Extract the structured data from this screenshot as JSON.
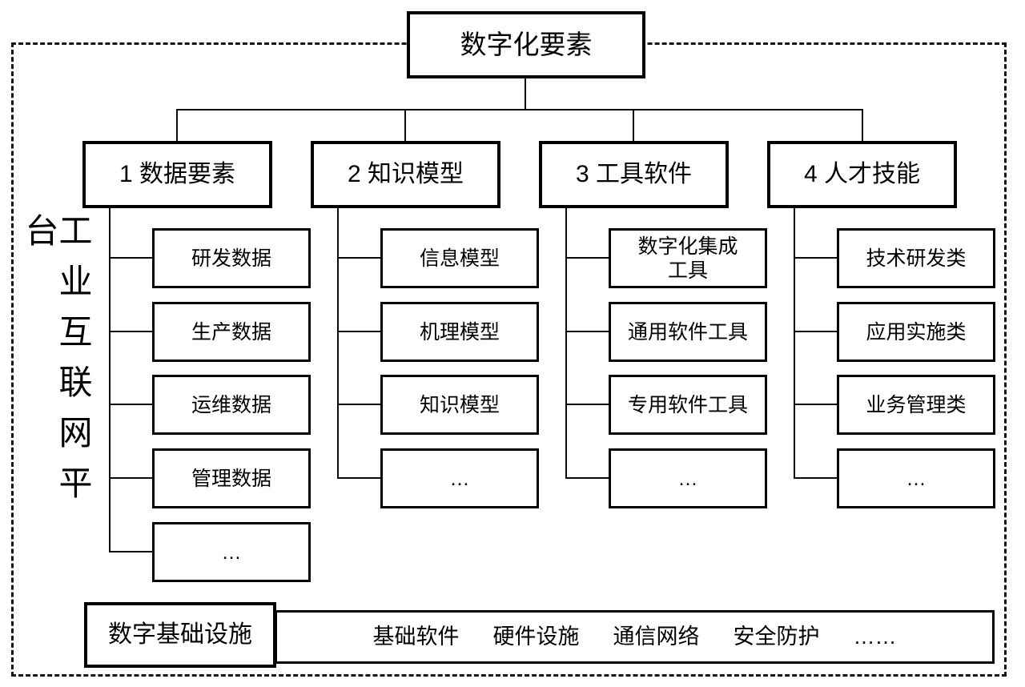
{
  "platform": {
    "label": "工业互联网平台"
  },
  "root": {
    "label": "数字化要素"
  },
  "columns": [
    {
      "header": "1 数据要素",
      "children": [
        "研发数据",
        "生产数据",
        "运维数据",
        "管理数据",
        "…"
      ]
    },
    {
      "header": "2 知识模型",
      "children": [
        "信息模型",
        "机理模型",
        "知识模型",
        "…"
      ]
    },
    {
      "header": "3 工具软件",
      "children": [
        "数字化集成\n工具",
        "通用软件工具",
        "专用软件工具",
        "…"
      ]
    },
    {
      "header": "4 人才技能",
      "children": [
        "技术研发类",
        "应用实施类",
        "业务管理类",
        "…"
      ]
    }
  ],
  "infrastructure": {
    "label": "数字基础设施",
    "items": [
      "基础软件",
      "硬件设施",
      "通信网络",
      "安全防护",
      "……"
    ]
  }
}
